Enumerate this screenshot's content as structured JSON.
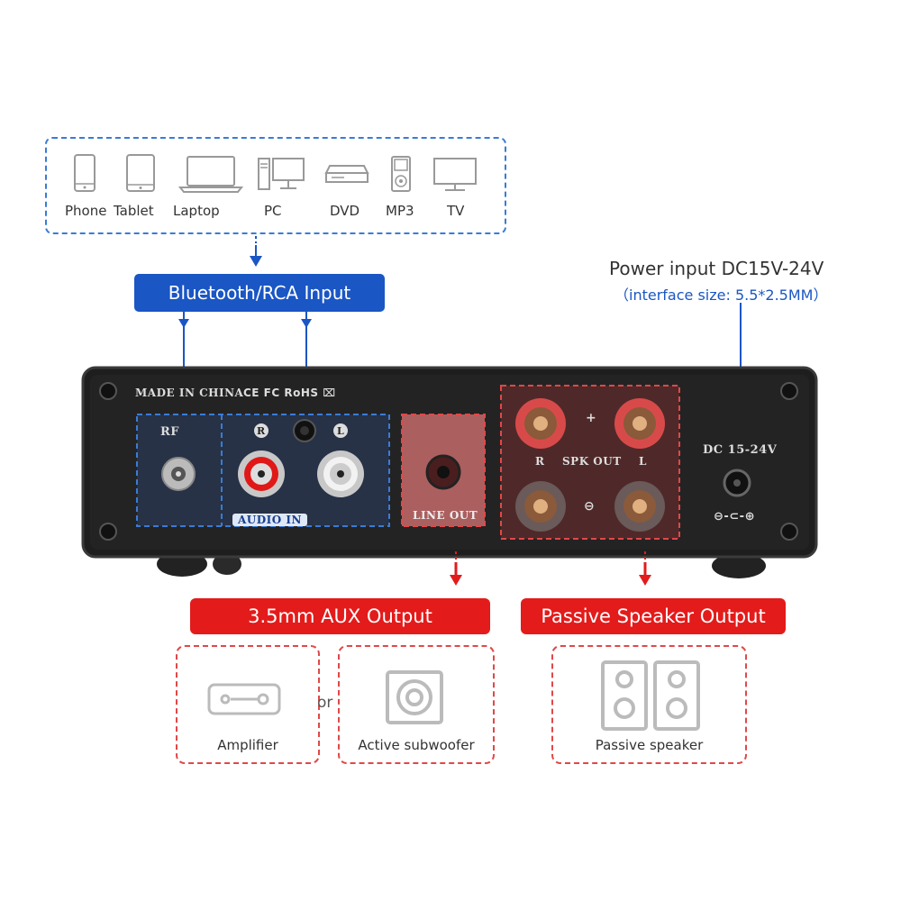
{
  "sources": {
    "items": [
      "Phone",
      "Tablet",
      "Laptop",
      "PC",
      "DVD",
      "MP3",
      "TV"
    ]
  },
  "input_banner": "Bluetooth/RCA Input",
  "power": {
    "title": "Power input DC15V-24V",
    "subtitle": "（interface size: 5.5*2.5MM）"
  },
  "panel": {
    "made_in": "MADE IN CHINA",
    "marks": "CE FC RoHS ⌧",
    "rf": "RF",
    "r": "R",
    "l": "L",
    "audio_in": "AUDIO IN",
    "line_out": "LINE OUT",
    "spk_out": "SPK OUT",
    "spk_r": "R",
    "spk_l": "L",
    "plus": "+",
    "minus": "⊖",
    "dc": "DC 15-24V",
    "polarity": "⊖-⊂-⊕"
  },
  "outputs": {
    "aux_banner": "3.5mm AUX Output",
    "speaker_banner": "Passive Speaker Output",
    "or": "or",
    "amplifier": "Amplifier",
    "subwoofer": "Active subwoofer",
    "passive": "Passive speaker"
  },
  "colors": {
    "blue": "#1a56c4",
    "red": "#e31b1b",
    "panel": "#1e1e1e"
  }
}
